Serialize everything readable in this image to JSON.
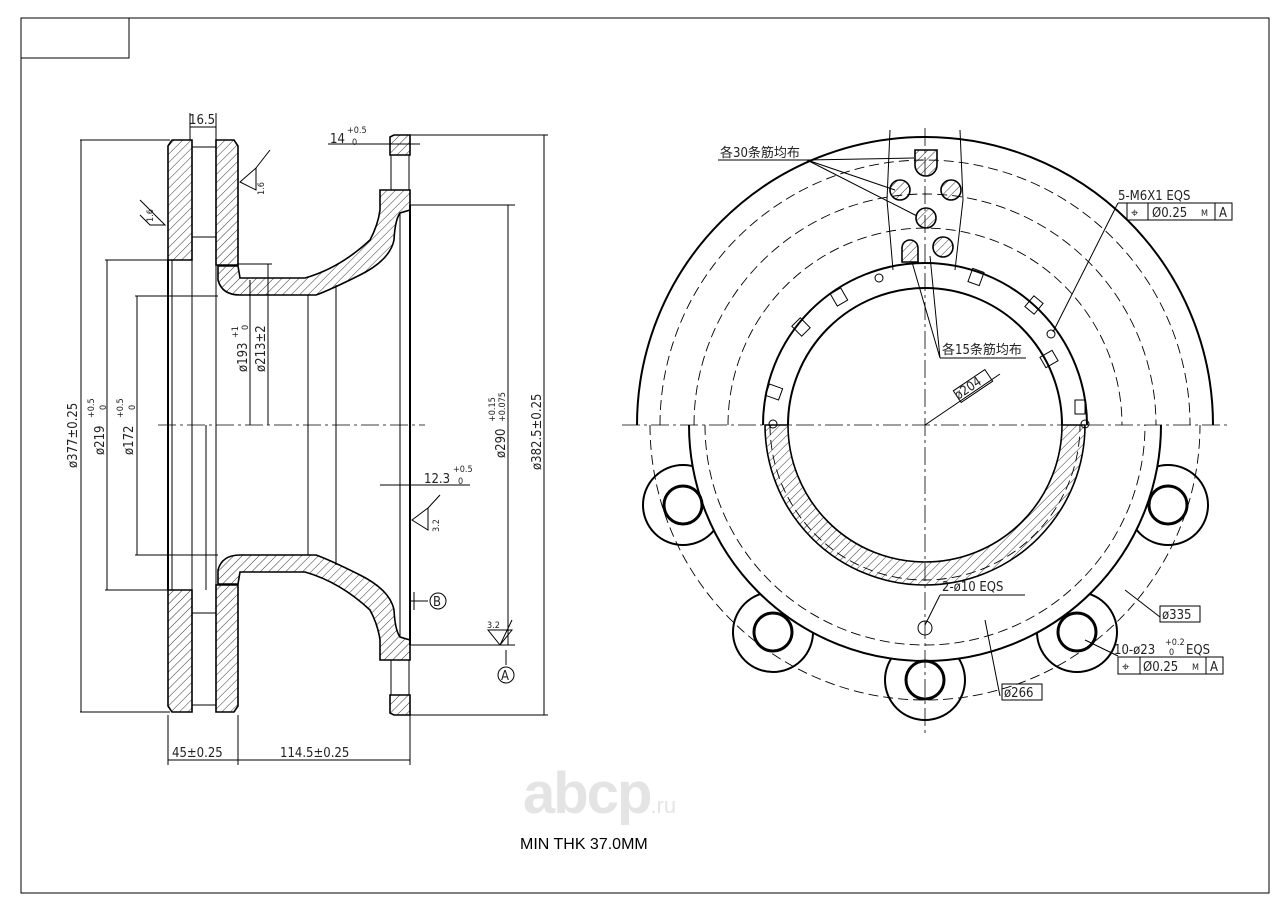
{
  "section_view": {
    "dims": {
      "width_vent": "16.5",
      "flange_thk": "14",
      "flange_thk_tol_upper": "+0.5",
      "flange_thk_tol_lower": "0",
      "roughness_1": "1.6",
      "roughness_2": "1.6",
      "roughness_3": "3.2",
      "roughness_4": "3.2",
      "d377": "ø377±0.25",
      "d219": "ø219",
      "d219_tol_upper": "+0.5",
      "d219_tol_lower": "0",
      "d172": "ø172",
      "d172_tol_upper": "+0.5",
      "d172_tol_lower": "0",
      "d193": "ø193",
      "d193_tol_upper": "+1",
      "d193_tol_lower": "0",
      "d213": "ø213±2",
      "d290": "ø290",
      "d290_tol_upper": "+0.15",
      "d290_tol_lower": "+0.075",
      "d382": "ø382.5±0.25",
      "pilot": "12.3",
      "pilot_tol_upper": "+0.5",
      "pilot_tol_lower": "0",
      "overall_45": "45±0.25",
      "overall_114": "114.5±0.25",
      "datum_a": "A",
      "datum_b": "B"
    }
  },
  "front_view": {
    "note_ribs_30": "各30条筋均布",
    "note_ribs_15": "各15条筋均布",
    "thread_note": "5-M6X1 EQS",
    "fcf_1": {
      "symbol": "⌖",
      "tolerance": "Ø0.25",
      "modifier": "M",
      "datum": "A"
    },
    "d204": "ø204",
    "hole_note_2": "2-ø10 EQS",
    "d335": "ø335",
    "bolt_note": "10-ø23",
    "bolt_tol_upper": "+0.2",
    "bolt_tol_lower": "0",
    "bolt_suffix": "EQS",
    "fcf_2": {
      "symbol": "⌖",
      "tolerance": "Ø0.25",
      "modifier": "M",
      "datum": "A"
    },
    "d266": "ø266"
  },
  "watermark": {
    "brand": "abcp",
    "tld": ".ru"
  },
  "footer_note": "MIN THK 37.0MM"
}
